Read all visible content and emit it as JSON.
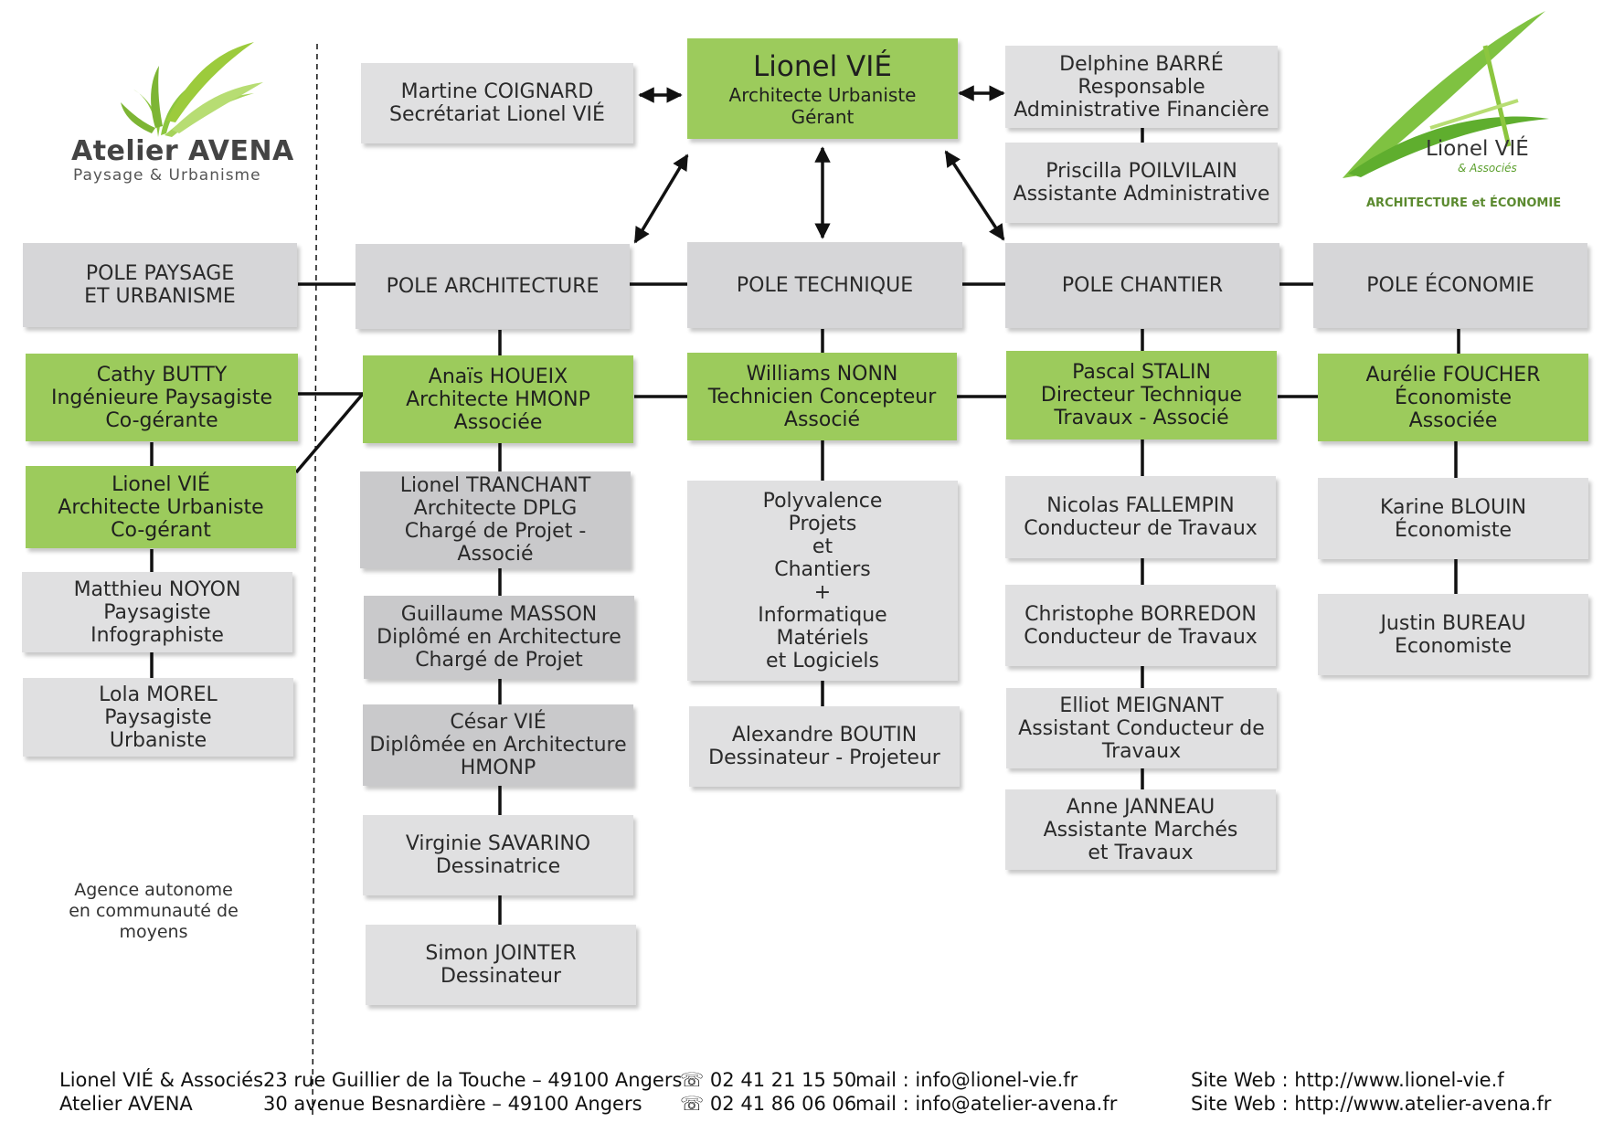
{
  "colors": {
    "accent_green": "#9ccb5c",
    "box_light": "#e0e0e1",
    "box_mid": "#c9c9cb",
    "line": "#111111"
  },
  "logos": {
    "avena": {
      "name": "Atelier AVENA",
      "tagline": "Paysage & Urbanisme"
    },
    "lionel": {
      "name": "Lionel VIÉ",
      "sub": "& Associés",
      "tagline": "ARCHITECTURE et ÉCONOMIE"
    }
  },
  "top": {
    "director": [
      "Lionel VIÉ",
      "Architecte Urbaniste",
      "Gérant"
    ],
    "secretary": [
      "Martine COIGNARD",
      "Secrétariat Lionel VIÉ"
    ],
    "finance": [
      "Delphine BARRÉ",
      "Responsable",
      "Administrative Financière"
    ],
    "assistant": [
      "Priscilla POILVILAIN",
      "Assistante Administrative"
    ]
  },
  "poles": {
    "paysage": [
      "POLE PAYSAGE",
      "ET URBANISME"
    ],
    "architecture": [
      "POLE ARCHITECTURE"
    ],
    "technique": [
      "POLE TECHNIQUE"
    ],
    "chantier": [
      "POLE CHANTIER"
    ],
    "economie": [
      "POLE ÉCONOMIE"
    ]
  },
  "paysage": {
    "butty": [
      "Cathy BUTTY",
      "Ingénieure Paysagiste",
      "Co-gérante"
    ],
    "vie": [
      "Lionel VIÉ",
      "Architecte Urbaniste",
      "Co-gérant"
    ],
    "noyon": [
      "Matthieu NOYON",
      "Paysagiste",
      "Infographiste"
    ],
    "morel": [
      "Lola MOREL",
      "Paysagiste",
      "Urbaniste"
    ],
    "note": [
      "Agence autonome",
      "en communauté de",
      "moyens"
    ]
  },
  "architecture": {
    "houeix": [
      "Anaïs HOUEIX",
      "Architecte HMONP",
      "Associée"
    ],
    "tranchant": [
      "Lionel TRANCHANT",
      "Architecte DPLG",
      "Chargé de Projet -",
      "Associé"
    ],
    "masson": [
      "Guillaume MASSON",
      "Diplômé en Architecture",
      "Chargé de Projet"
    ],
    "cesar": [
      "César VIÉ",
      "Diplômée en Architecture",
      "HMONP"
    ],
    "savarino": [
      "Virginie SAVARINO",
      "Dessinatrice"
    ],
    "jointer": [
      "Simon JOINTER",
      "Dessinateur"
    ]
  },
  "technique": {
    "nonn": [
      "Williams NONN",
      "Technicien Concepteur",
      "Associé"
    ],
    "poly": [
      "Polyvalence",
      "Projets",
      "et",
      "Chantiers",
      "+",
      "Informatique",
      "Matériels",
      "et Logiciels"
    ],
    "boutin": [
      "Alexandre BOUTIN",
      "Dessinateur - Projeteur"
    ]
  },
  "chantier": {
    "stalin": [
      "Pascal STALIN",
      "Directeur Technique",
      "Travaux - Associé"
    ],
    "fallempin": [
      "Nicolas FALLEMPIN",
      "Conducteur de Travaux"
    ],
    "borredon": [
      "Christophe BORREDON",
      "Conducteur de Travaux"
    ],
    "meignant": [
      "Elliot MEIGNANT",
      "Assistant Conducteur de",
      "Travaux"
    ],
    "janneau": [
      "Anne JANNEAU",
      "Assistante Marchés",
      "et Travaux"
    ]
  },
  "economie": {
    "foucher": [
      "Aurélie FOUCHER",
      "Économiste",
      "Associée"
    ],
    "blouin": [
      "Karine BLOUIN",
      "Économiste"
    ],
    "bureau": [
      "Justin BUREAU",
      "Economiste"
    ]
  },
  "footer": {
    "row1": {
      "company": "Lionel VIÉ & Associés",
      "address": "23 rue Guillier de la Touche – 49100 Angers",
      "phone": "☏ 02 41 21 15 50",
      "mail": "mail : info@lionel-vie.fr",
      "site": "Site Web : http://www.lionel-vie.f"
    },
    "row2": {
      "company": "Atelier AVENA",
      "address": "30 avenue Besnardière – 49100 Angers",
      "phone": "☏ 02 41 86 06 06",
      "mail": "mail : info@atelier-avena.fr",
      "site": "Site Web : http://www.atelier-avena.fr"
    }
  }
}
